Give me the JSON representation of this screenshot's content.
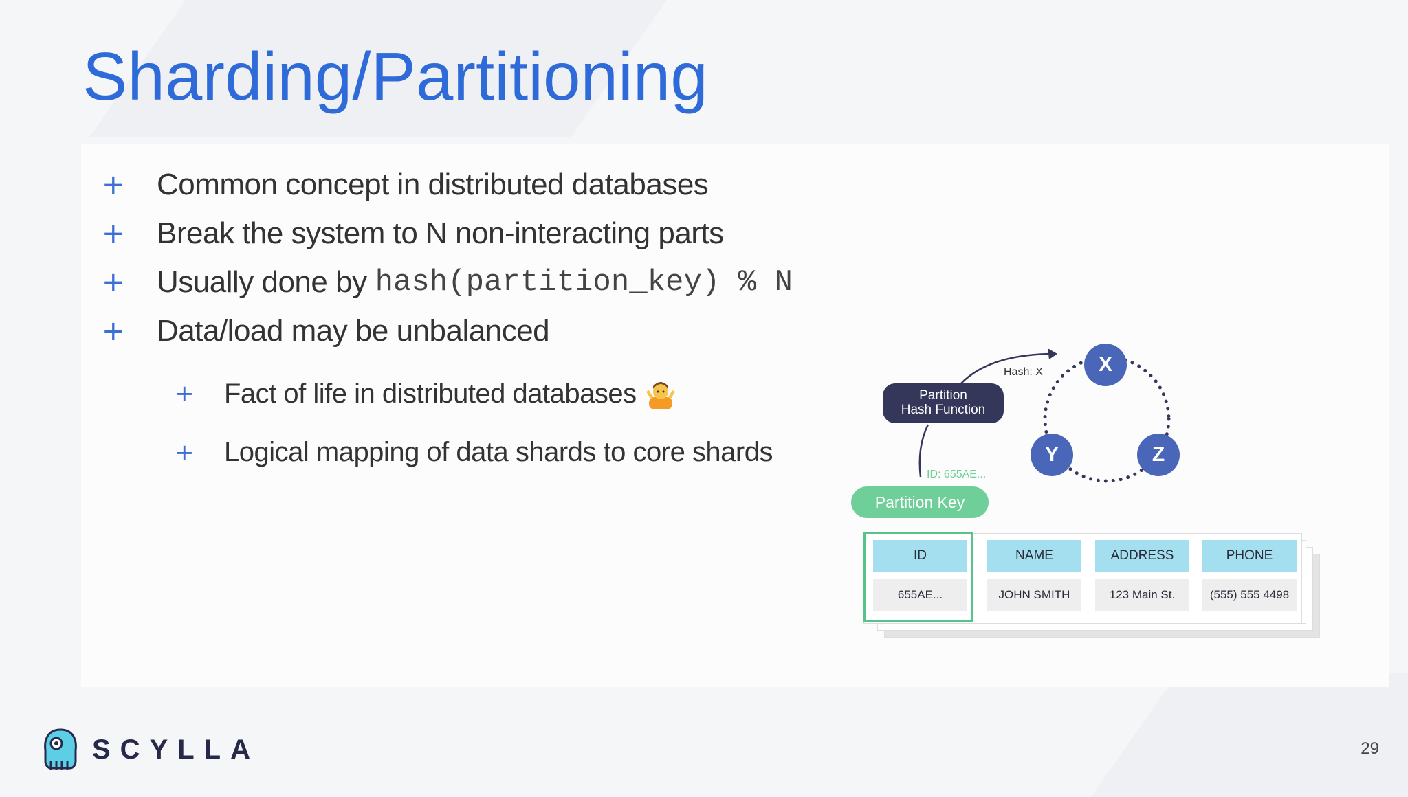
{
  "slide": {
    "title": "Sharding/Partitioning",
    "page_number": "29"
  },
  "bullets": [
    {
      "text": "Common concept in distributed databases"
    },
    {
      "text": "Break the system to N non-interacting parts"
    },
    {
      "text": "Usually done by",
      "code": "hash(partition_key) % N"
    },
    {
      "text": "Data/load may be unbalanced"
    }
  ],
  "sub_bullets": [
    {
      "text": "Fact of life in distributed databases",
      "emoji": "person-shrugging-emoji"
    },
    {
      "text": "Logical mapping of data shards to core shards"
    }
  ],
  "bullet_symbol": "+",
  "logo": {
    "wordmark": "SCYLLA",
    "icon": "scylla-octopus-icon"
  },
  "diagram": {
    "partition_key_label": "Partition Key",
    "hash_function_line1": "Partition",
    "hash_function_line2": "Hash Function",
    "id_label": "ID: 655AE...",
    "hash_label": "Hash: X",
    "nodes": [
      "X",
      "Y",
      "Z"
    ],
    "table": {
      "headers": [
        "ID",
        "NAME",
        "ADDRESS",
        "PHONE"
      ],
      "row": [
        "655AE...",
        "JOHN SMITH",
        "123 Main St.",
        "(555) 555 4498"
      ]
    }
  },
  "colors": {
    "title": "#2f6bd8",
    "bullet": "#3b6fd4",
    "node": "#4a66b8",
    "partition_key": "#6fcf98",
    "hash_pill": "#34365a",
    "header_cell": "#a4dff0"
  }
}
